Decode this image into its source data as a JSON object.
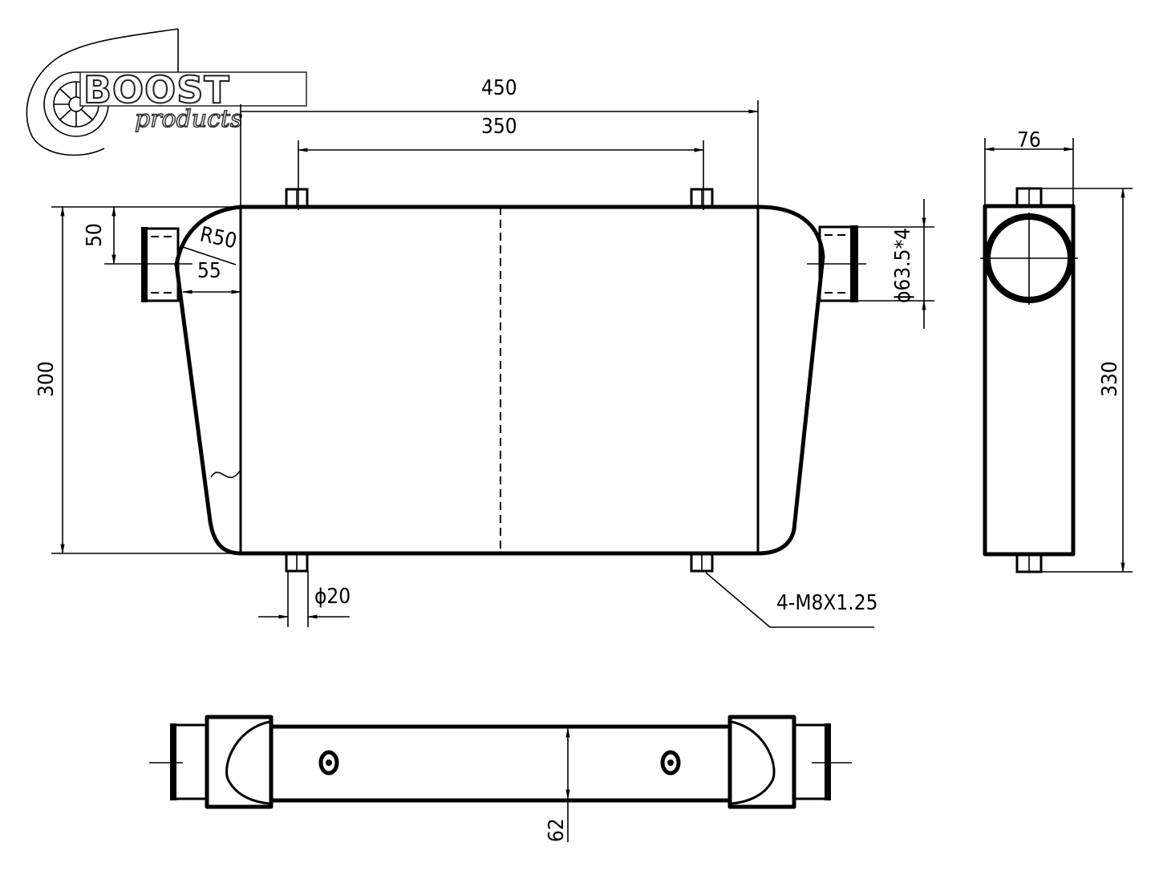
{
  "logo": {
    "brand": "BOOST",
    "sub": "products"
  },
  "front_view": {
    "overall_width": "450",
    "bolt_spacing": "350",
    "core_height": "300",
    "inlet_offset": "50",
    "radius": "R50",
    "tank_depth": "55",
    "inlet_diameter": "ϕ63.5*4",
    "bolt_diameter": "ϕ20",
    "bolt_callout": "4-M8X1.25"
  },
  "side_view": {
    "depth": "76",
    "overall_height": "330"
  },
  "bottom_view": {
    "thickness": "62"
  },
  "colors": {
    "line": "#000000",
    "background": "#ffffff"
  }
}
